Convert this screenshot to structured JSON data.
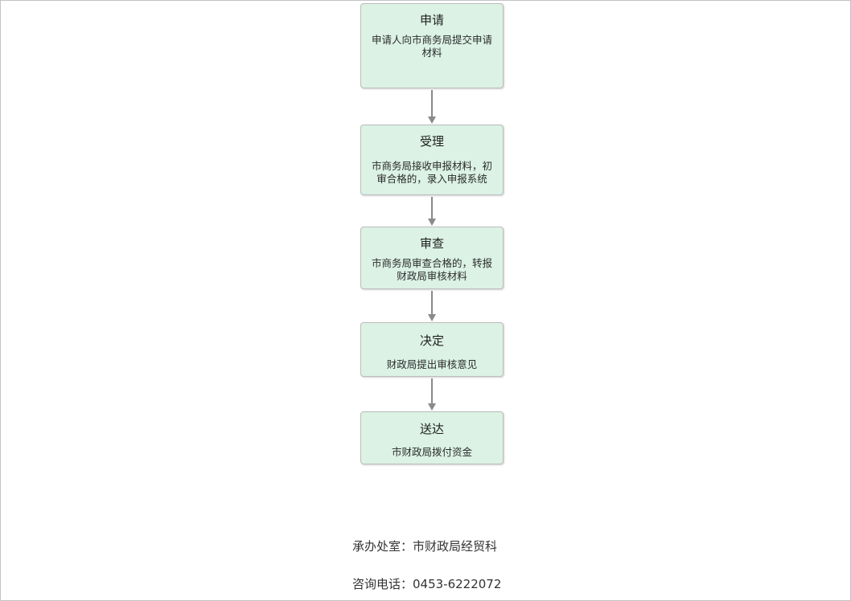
{
  "flowchart": {
    "steps": [
      {
        "title": "申请",
        "description": "申请人向市商务局提交申请材料"
      },
      {
        "title": "受理",
        "description": "市商务局接收申报材料，初审合格的，录入申报系统"
      },
      {
        "title": "审查",
        "description": "市商务局审查合格的，转报财政局审核材料"
      },
      {
        "title": "决定",
        "description": "财政局提出审核意见"
      },
      {
        "title": "送达",
        "description": "市财政局拨付资金"
      }
    ]
  },
  "footer": {
    "department": "承办处室：市财政局经贸科",
    "phone": "咨询电话：0453-6222072"
  },
  "colors": {
    "box_fill": "#dbf2e4",
    "box_border": "#bcbcbc",
    "arrow": "#8a8a8a",
    "page_border": "#c3c3c3"
  }
}
